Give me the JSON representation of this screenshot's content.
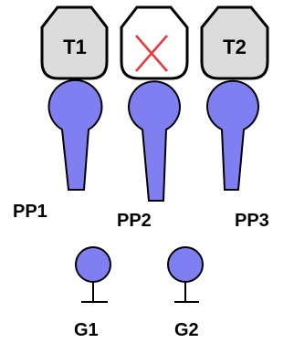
{
  "tiles": [
    {
      "label": "T1",
      "state": "occupied"
    },
    {
      "label": "",
      "state": "empty-crossed"
    },
    {
      "label": "T2",
      "state": "occupied"
    }
  ],
  "pins": [
    {
      "label": "PP1"
    },
    {
      "label": "PP2"
    },
    {
      "label": "PP3"
    }
  ],
  "grounds": [
    {
      "label": "G1"
    },
    {
      "label": "G2"
    }
  ],
  "colors": {
    "tile_fill": "#dcdcdc",
    "tile_empty_fill": "#ffffff",
    "tile_stroke": "#000000",
    "cross": "#e23c3c",
    "pin_fill": "#7f7ff2",
    "pin_stroke": "#000000",
    "text": "#000000"
  }
}
